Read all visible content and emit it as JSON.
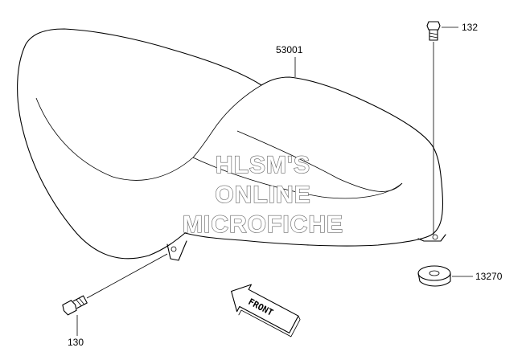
{
  "labels": {
    "seat": "53001",
    "bolt_top": "132",
    "bolt_bottom": "130",
    "washer": "13270",
    "front": "FRONT"
  },
  "watermark": {
    "line1": "HLSM'S",
    "line2": "ONLINE",
    "line3": "MICROFICHE"
  }
}
